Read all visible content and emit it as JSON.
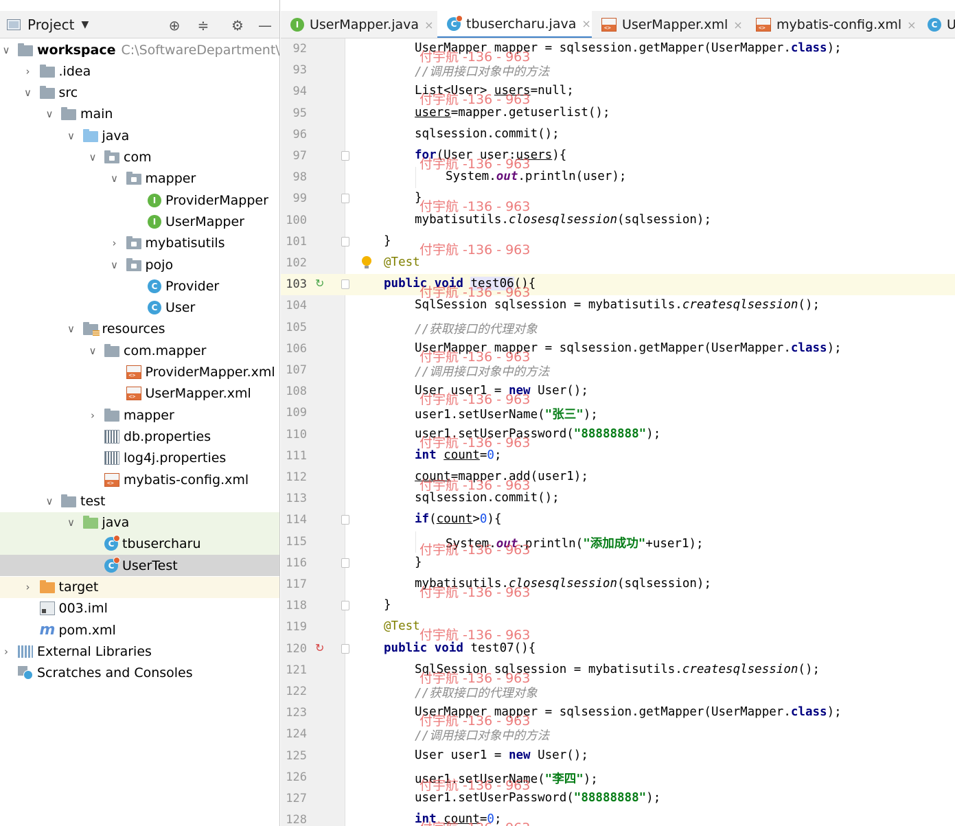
{
  "project_panel": {
    "title": "Project",
    "tree": [
      {
        "indent": 0,
        "chevron": "open",
        "icon": "folder-gray",
        "label": "workspace",
        "bold": true,
        "extra": "C:\\SoftwareDepartment\\w",
        "state": ""
      },
      {
        "indent": 1,
        "chevron": "closed",
        "icon": "folder-gray",
        "label": ".idea",
        "state": ""
      },
      {
        "indent": 1,
        "chevron": "open",
        "icon": "folder-gray",
        "label": "src",
        "state": ""
      },
      {
        "indent": 2,
        "chevron": "open",
        "icon": "folder-gray",
        "label": "main",
        "state": ""
      },
      {
        "indent": 3,
        "chevron": "open",
        "icon": "folder-blue",
        "label": "java",
        "state": ""
      },
      {
        "indent": 4,
        "chevron": "open",
        "icon": "package",
        "label": "com",
        "state": ""
      },
      {
        "indent": 5,
        "chevron": "open",
        "icon": "package",
        "label": "mapper",
        "state": ""
      },
      {
        "indent": 6,
        "chevron": "none",
        "icon": "interface",
        "label": "ProviderMapper",
        "state": ""
      },
      {
        "indent": 6,
        "chevron": "none",
        "icon": "interface",
        "label": "UserMapper",
        "state": ""
      },
      {
        "indent": 5,
        "chevron": "closed",
        "icon": "package",
        "label": "mybatisutils",
        "state": ""
      },
      {
        "indent": 5,
        "chevron": "open",
        "icon": "package",
        "label": "pojo",
        "state": ""
      },
      {
        "indent": 6,
        "chevron": "none",
        "icon": "class",
        "label": "Provider",
        "state": ""
      },
      {
        "indent": 6,
        "chevron": "none",
        "icon": "class",
        "label": "User",
        "state": ""
      },
      {
        "indent": 3,
        "chevron": "open",
        "icon": "folder-res",
        "label": "resources",
        "state": ""
      },
      {
        "indent": 4,
        "chevron": "open",
        "icon": "folder-gray",
        "label": "com.mapper",
        "state": ""
      },
      {
        "indent": 5,
        "chevron": "none",
        "icon": "xml",
        "label": "ProviderMapper.xml",
        "state": ""
      },
      {
        "indent": 5,
        "chevron": "none",
        "icon": "xml",
        "label": "UserMapper.xml",
        "state": ""
      },
      {
        "indent": 4,
        "chevron": "closed",
        "icon": "folder-gray",
        "label": "mapper",
        "state": ""
      },
      {
        "indent": 4,
        "chevron": "none",
        "icon": "properties",
        "label": "db.properties",
        "state": ""
      },
      {
        "indent": 4,
        "chevron": "none",
        "icon": "properties",
        "label": "log4j.properties",
        "state": ""
      },
      {
        "indent": 4,
        "chevron": "none",
        "icon": "xml",
        "label": "mybatis-config.xml",
        "state": ""
      },
      {
        "indent": 2,
        "chevron": "open",
        "icon": "folder-gray",
        "label": "test",
        "state": ""
      },
      {
        "indent": 3,
        "chevron": "open",
        "icon": "folder-green",
        "label": "java",
        "state": "hl"
      },
      {
        "indent": 4,
        "chevron": "none",
        "icon": "test-class",
        "label": "tbusercharu",
        "state": "hl"
      },
      {
        "indent": 4,
        "chevron": "none",
        "icon": "test-class",
        "label": "UserTest",
        "state": "sel"
      },
      {
        "indent": 1,
        "chevron": "closed",
        "icon": "folder-orange",
        "label": "target",
        "state": "hl2"
      },
      {
        "indent": 1,
        "chevron": "none",
        "icon": "iml",
        "label": "003.iml",
        "state": ""
      },
      {
        "indent": 1,
        "chevron": "none",
        "icon": "maven",
        "label": "pom.xml",
        "state": ""
      },
      {
        "indent": 0,
        "chevron": "closed",
        "icon": "libraries",
        "label": "External Libraries",
        "state": ""
      },
      {
        "indent": 0,
        "chevron": "none",
        "icon": "scratches",
        "label": "Scratches and Consoles",
        "state": ""
      }
    ]
  },
  "tabs": [
    {
      "label": "UserMapper.java",
      "icon": "interface",
      "active": false
    },
    {
      "label": "tbusercharu.java",
      "icon": "test-class",
      "active": true
    },
    {
      "label": "UserMapper.xml",
      "icon": "xml",
      "active": false
    },
    {
      "label": "mybatis-config.xml",
      "icon": "xml",
      "active": false
    },
    {
      "label": "U",
      "icon": "class",
      "active": false
    }
  ],
  "editor": {
    "lines": [
      {
        "n": "92",
        "indent": 2,
        "tokens": [
          [
            "t",
            "UserMapper mapper = sqlsession.getMapper(UserMapper."
          ],
          [
            "kw",
            "class"
          ],
          [
            "t",
            ");"
          ]
        ]
      },
      {
        "n": "93",
        "indent": 2,
        "tokens": [
          [
            "com",
            "//调用接口对象中的方法"
          ]
        ]
      },
      {
        "n": "94",
        "indent": 2,
        "tokens": [
          [
            "t",
            "List<User> "
          ],
          [
            "ul",
            "users"
          ],
          [
            "t",
            "=null;"
          ]
        ]
      },
      {
        "n": "95",
        "indent": 2,
        "tokens": [
          [
            "ul",
            "users"
          ],
          [
            "t",
            "=mapper.getuserlist();"
          ]
        ]
      },
      {
        "n": "96",
        "indent": 2,
        "tokens": [
          [
            "t",
            "sqlsession.commit();"
          ]
        ]
      },
      {
        "n": "97",
        "indent": 2,
        "fold": true,
        "tokens": [
          [
            "kw",
            "for"
          ],
          [
            "t",
            "(User user:"
          ],
          [
            "ul",
            "users"
          ],
          [
            "t",
            "){"
          ]
        ]
      },
      {
        "n": "98",
        "indent": 3,
        "tokens": [
          [
            "t",
            "System."
          ],
          [
            "field",
            "out"
          ],
          [
            "t",
            ".println(user);"
          ]
        ]
      },
      {
        "n": "99",
        "indent": 2,
        "fold": true,
        "tokens": [
          [
            "t",
            "}"
          ]
        ]
      },
      {
        "n": "100",
        "indent": 2,
        "tokens": [
          [
            "t",
            "mybatisutils."
          ],
          [
            "it",
            "closesqlsession"
          ],
          [
            "t",
            "(sqlsession);"
          ]
        ]
      },
      {
        "n": "101",
        "indent": 1,
        "fold": true,
        "tokens": [
          [
            "t",
            "}"
          ]
        ]
      },
      {
        "n": "102",
        "indent": 1,
        "bulb": true,
        "tokens": [
          [
            "ann",
            "@Test"
          ]
        ]
      },
      {
        "n": "103",
        "indent": 1,
        "run": "green",
        "fold": true,
        "caret": true,
        "tokens": [
          [
            "kw",
            "public void "
          ],
          [
            "mhl",
            "test06"
          ],
          [
            "t",
            "(){"
          ]
        ]
      },
      {
        "n": "104",
        "indent": 2,
        "tokens": [
          [
            "t",
            "SqlSession sqlsession = mybatisutils."
          ],
          [
            "it",
            "createsqlsession"
          ],
          [
            "t",
            "();"
          ]
        ]
      },
      {
        "n": "105",
        "indent": 2,
        "tokens": [
          [
            "com",
            "//获取接口的代理对象"
          ]
        ]
      },
      {
        "n": "106",
        "indent": 2,
        "tokens": [
          [
            "t",
            "UserMapper mapper = sqlsession.getMapper(UserMapper."
          ],
          [
            "kw",
            "class"
          ],
          [
            "t",
            ");"
          ]
        ]
      },
      {
        "n": "107",
        "indent": 2,
        "tokens": [
          [
            "com",
            "//调用接口对象中的方法"
          ]
        ]
      },
      {
        "n": "108",
        "indent": 2,
        "tokens": [
          [
            "t",
            "User user1 = "
          ],
          [
            "kw",
            "new"
          ],
          [
            "t",
            " User();"
          ]
        ]
      },
      {
        "n": "109",
        "indent": 2,
        "tokens": [
          [
            "t",
            "user1.setUserName("
          ],
          [
            "str",
            "\"张三\""
          ],
          [
            "t",
            ");"
          ]
        ]
      },
      {
        "n": "110",
        "indent": 2,
        "tokens": [
          [
            "t",
            "user1.setUserPassword("
          ],
          [
            "str",
            "\"88888888\""
          ],
          [
            "t",
            ");"
          ]
        ]
      },
      {
        "n": "111",
        "indent": 2,
        "tokens": [
          [
            "kw",
            "int "
          ],
          [
            "ul",
            "count"
          ],
          [
            "t",
            "="
          ],
          [
            "num",
            "0"
          ],
          [
            "t",
            ";"
          ]
        ]
      },
      {
        "n": "112",
        "indent": 2,
        "tokens": [
          [
            "ul",
            "count"
          ],
          [
            "t",
            "=mapper.add(user1);"
          ]
        ]
      },
      {
        "n": "113",
        "indent": 2,
        "tokens": [
          [
            "t",
            "sqlsession.commit();"
          ]
        ]
      },
      {
        "n": "114",
        "indent": 2,
        "fold": true,
        "tokens": [
          [
            "kw",
            "if"
          ],
          [
            "t",
            "("
          ],
          [
            "ul",
            "count"
          ],
          [
            "t",
            ">"
          ],
          [
            "num",
            "0"
          ],
          [
            "t",
            "){"
          ]
        ]
      },
      {
        "n": "115",
        "indent": 3,
        "tokens": [
          [
            "t",
            "System."
          ],
          [
            "field",
            "out"
          ],
          [
            "t",
            ".println("
          ],
          [
            "str",
            "\"添加成功\""
          ],
          [
            "t",
            "+user1);"
          ]
        ]
      },
      {
        "n": "116",
        "indent": 2,
        "fold": true,
        "tokens": [
          [
            "t",
            "}"
          ]
        ]
      },
      {
        "n": "117",
        "indent": 2,
        "tokens": [
          [
            "t",
            "mybatisutils."
          ],
          [
            "it",
            "closesqlsession"
          ],
          [
            "t",
            "(sqlsession);"
          ]
        ]
      },
      {
        "n": "118",
        "indent": 1,
        "fold": true,
        "tokens": [
          [
            "t",
            "}"
          ]
        ]
      },
      {
        "n": "119",
        "indent": 1,
        "tokens": [
          [
            "ann",
            "@Test"
          ]
        ]
      },
      {
        "n": "120",
        "indent": 1,
        "run": "red",
        "fold": true,
        "tokens": [
          [
            "kw",
            "public void "
          ],
          [
            "t",
            "test07(){"
          ]
        ]
      },
      {
        "n": "121",
        "indent": 2,
        "tokens": [
          [
            "t",
            "SqlSession sqlsession = mybatisutils."
          ],
          [
            "it",
            "createsqlsession"
          ],
          [
            "t",
            "();"
          ]
        ]
      },
      {
        "n": "122",
        "indent": 2,
        "tokens": [
          [
            "com",
            "//获取接口的代理对象"
          ]
        ]
      },
      {
        "n": "123",
        "indent": 2,
        "tokens": [
          [
            "t",
            "UserMapper mapper = sqlsession.getMapper(UserMapper."
          ],
          [
            "kw",
            "class"
          ],
          [
            "t",
            ");"
          ]
        ]
      },
      {
        "n": "124",
        "indent": 2,
        "tokens": [
          [
            "com",
            "//调用接口对象中的方法"
          ]
        ]
      },
      {
        "n": "125",
        "indent": 2,
        "tokens": [
          [
            "t",
            "User user1 = "
          ],
          [
            "kw",
            "new"
          ],
          [
            "t",
            " User();"
          ]
        ]
      },
      {
        "n": "126",
        "indent": 2,
        "tokens": [
          [
            "t",
            "user1.setUserName("
          ],
          [
            "str",
            "\"李四\""
          ],
          [
            "t",
            ");"
          ]
        ]
      },
      {
        "n": "127",
        "indent": 2,
        "tokens": [
          [
            "t",
            "user1.setUserPassword("
          ],
          [
            "str",
            "\"88888888\""
          ],
          [
            "t",
            ");"
          ]
        ]
      },
      {
        "n": "128",
        "indent": 2,
        "tokens": [
          [
            "kw",
            "int "
          ],
          [
            "ul",
            "count"
          ],
          [
            "t",
            "="
          ],
          [
            "num",
            "0"
          ],
          [
            "t",
            ";"
          ]
        ]
      }
    ]
  },
  "watermark": {
    "text": "付宇航 -136 - 963",
    "line_numbers": [
      "92",
      "94",
      "97",
      "99",
      "101",
      "103",
      "106",
      "108",
      "110",
      "112",
      "115",
      "117",
      "119",
      "121",
      "123",
      "126",
      "128"
    ]
  }
}
